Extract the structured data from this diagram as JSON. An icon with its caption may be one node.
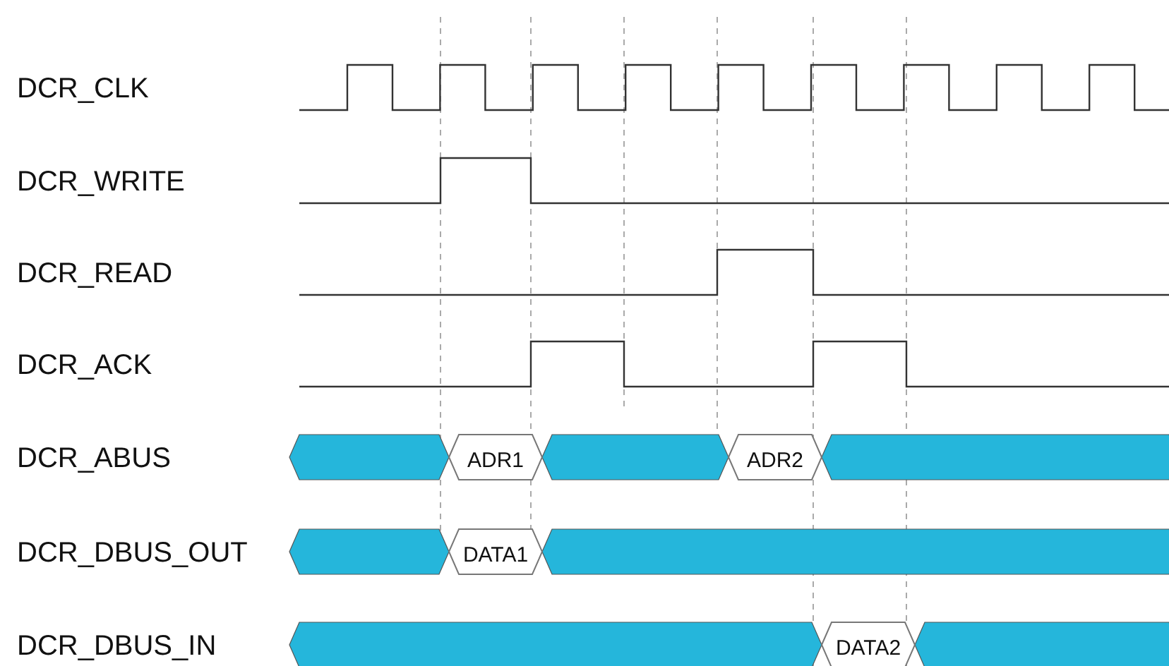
{
  "diagram": {
    "nodes": [
      {
        "text": [
          "ADR1"
        ]
      },
      {
        "text": [
          "ADR2"
        ]
      },
      {
        "text": [
          "DATA1"
        ]
      },
      {
        "text": [
          "DATA2"
        ]
      }
    ],
    "labels": [
      "DCR_CLK",
      "DCR_WRITE",
      "DCR_READ",
      "DCR_ACK",
      "DCR_ABUS",
      "DCR_DBUS_OUT",
      "DCR_DBUS_IN"
    ]
  }
}
